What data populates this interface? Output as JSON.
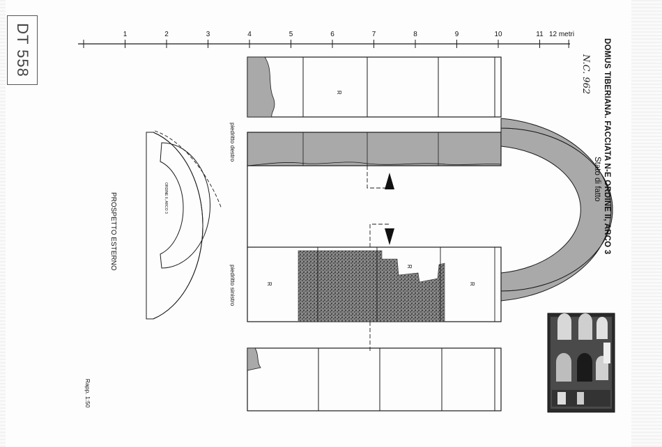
{
  "sheet_id": "DT 558",
  "title": "DOMUS TIBERIANA. FACCIATA N-E    ORDINE II, ARCO 3",
  "subtitle": "Stato di fatto",
  "handwritten_note": "N.C. 962",
  "scale_bar": {
    "ticks": [
      "1",
      "2",
      "3",
      "4",
      "5",
      "6",
      "7",
      "8",
      "9",
      "10",
      "11"
    ],
    "end_label": "12 metri"
  },
  "labels": {
    "pier_right": "piedritto destro",
    "pier_left": "piedritto sinistro",
    "arch_order": "ORDINE II, ARCO 3",
    "exterior_view": "PROSPETTO ESTERNO",
    "scale_ratio": "Rapp. 1:50",
    "restored_mark": "R"
  },
  "colors": {
    "hatch_fill": "#a9a9a9",
    "line": "#1a1a1a",
    "masonry_dark": "#3c3c3c"
  },
  "photo_icon": "site-photo-thumbnail"
}
